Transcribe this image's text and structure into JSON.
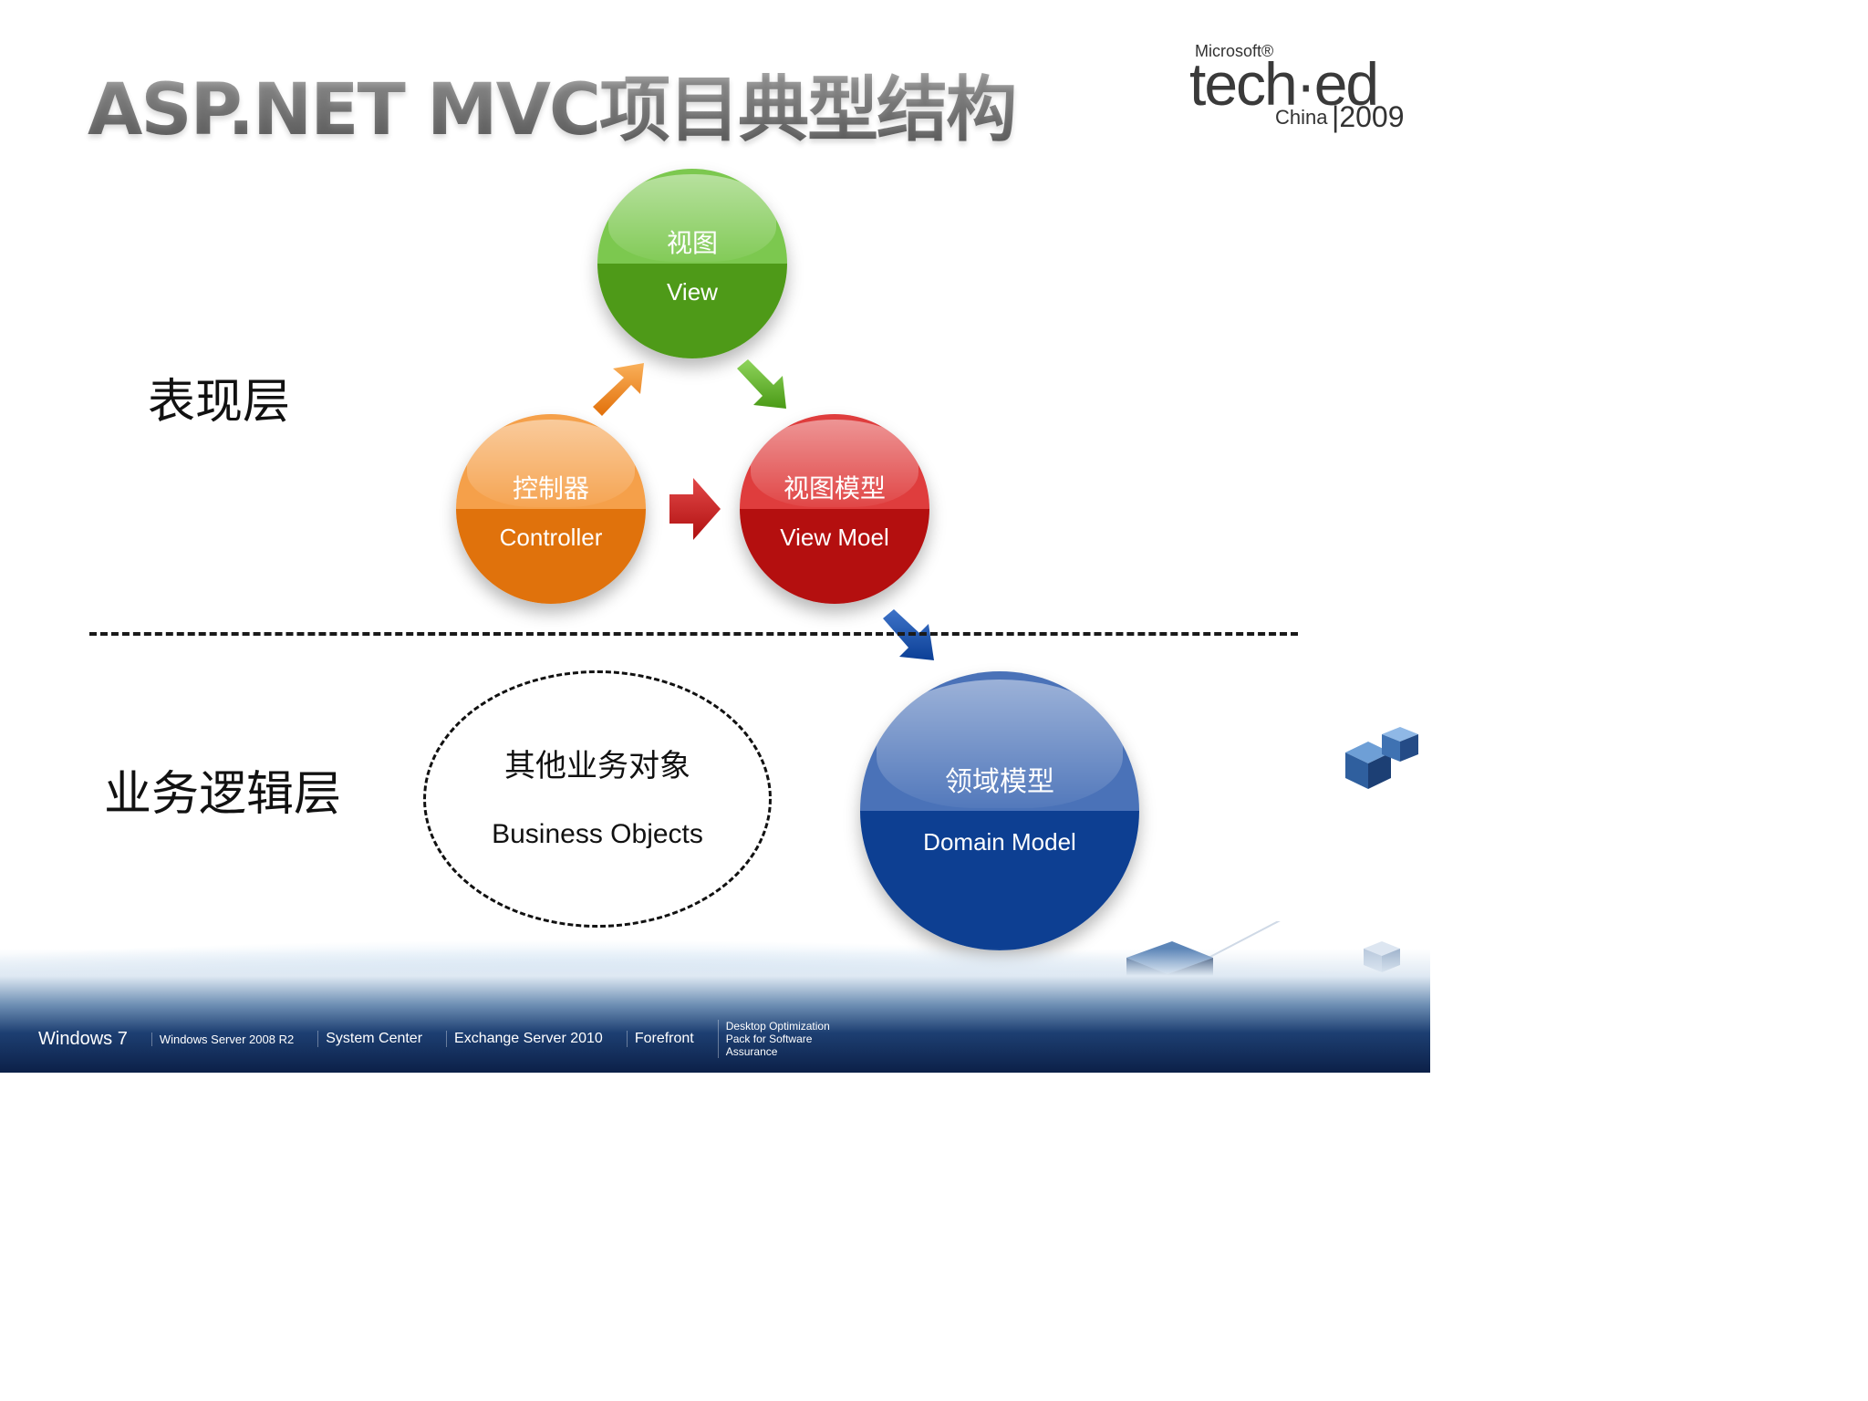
{
  "title": "ASP.NET MVC项目典型结构",
  "logo": {
    "brand": "Microsoft®",
    "name": "tech·ed",
    "region": "China",
    "year": "|2009"
  },
  "layers": {
    "presentation": "表现层",
    "business": "业务逻辑层"
  },
  "nodes": {
    "view": {
      "zh": "视图",
      "en": "View",
      "color_top": "#7cc84f",
      "color_bottom": "#4e9a18"
    },
    "controller": {
      "zh": "控制器",
      "en": "Controller",
      "color_top": "#f5a04a",
      "color_bottom": "#e0720c"
    },
    "view_model": {
      "zh": "视图模型",
      "en": "View Moel",
      "color_top": "#df3d3d",
      "color_bottom": "#b40f0f"
    },
    "domain_model": {
      "zh": "领域模型",
      "en": "Domain Model",
      "color_top": "#4a72b8",
      "color_bottom": "#0d3f92"
    }
  },
  "business_objects": {
    "zh": "其他业务对象",
    "en": "Business Objects"
  },
  "footer_logos": [
    "Windows 7",
    "Windows Server 2008 R2",
    "System Center",
    "Exchange Server 2010",
    "Forefront",
    "Desktop Optimization Pack for Software Assurance"
  ]
}
